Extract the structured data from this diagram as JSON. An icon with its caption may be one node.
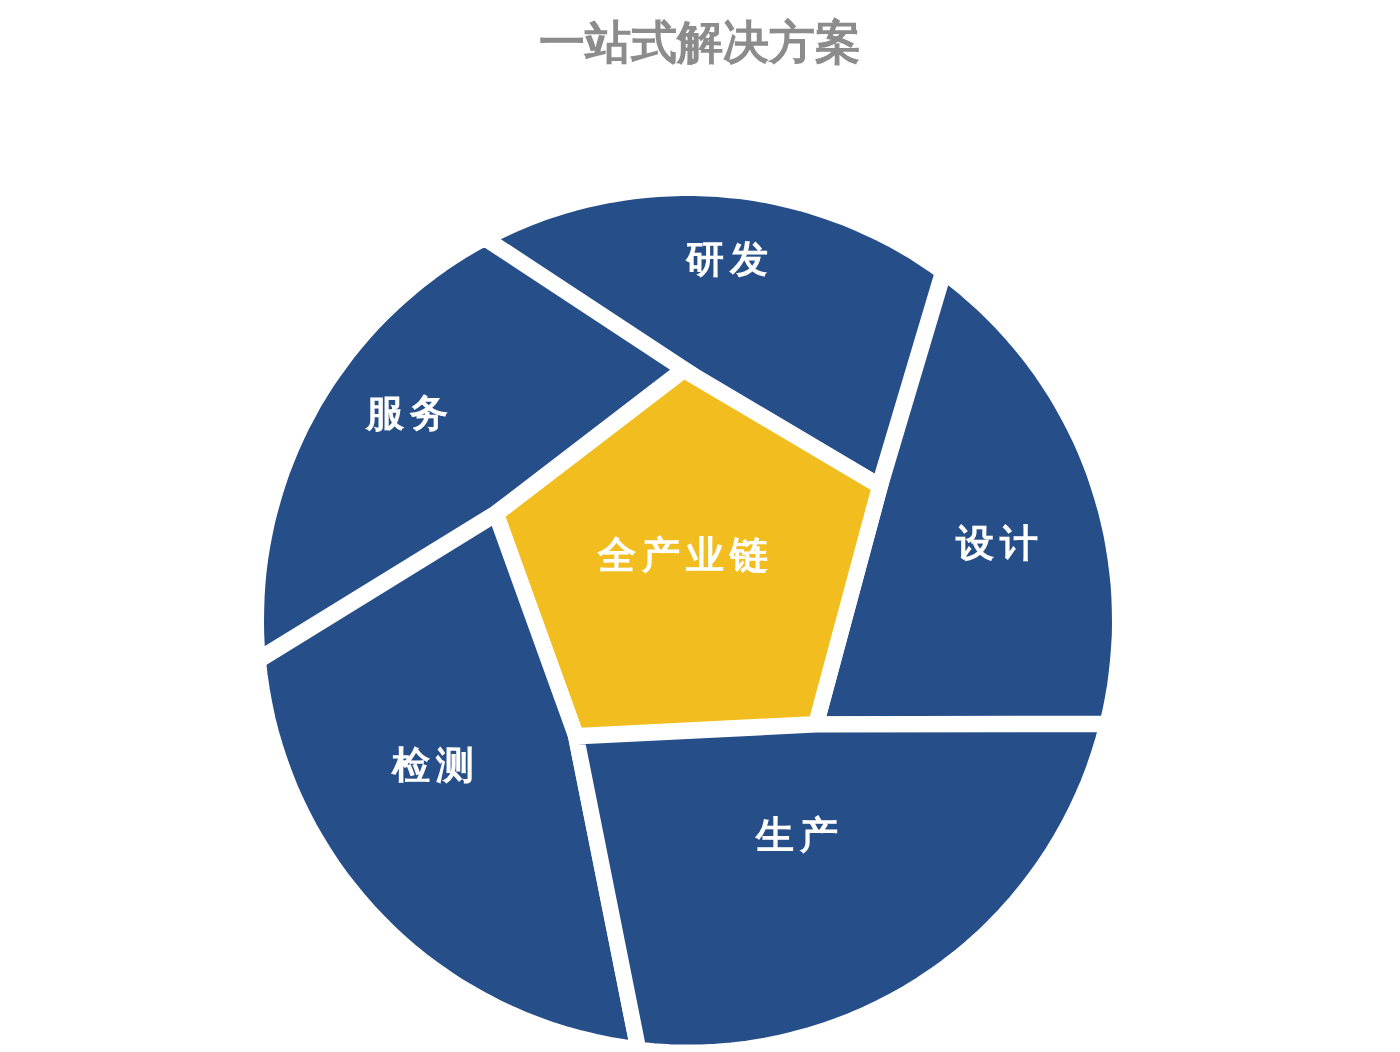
{
  "diagram": {
    "title": "一站式解决方案",
    "nodes": [
      {
        "text": [
          "研发"
        ]
      },
      {
        "text": [
          "服务"
        ]
      },
      {
        "text": [
          "设计"
        ]
      },
      {
        "text": [
          "全产业链"
        ]
      },
      {
        "text": [
          "检测"
        ]
      },
      {
        "text": [
          "生产"
        ]
      }
    ]
  }
}
